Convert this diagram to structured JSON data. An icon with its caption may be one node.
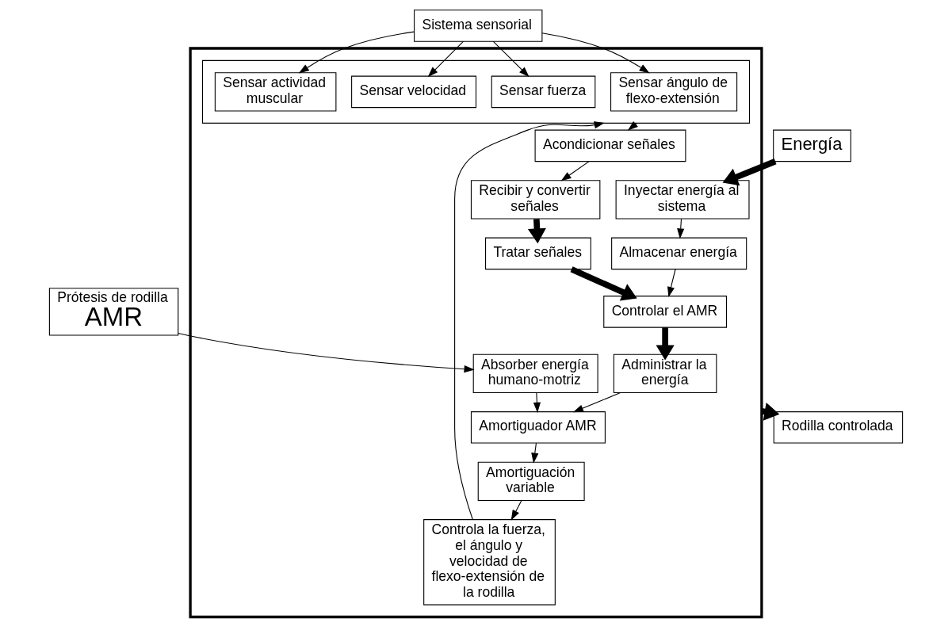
{
  "diagram": {
    "nodes": [
      {
        "text": [
          "Prótesis de rodilla",
          "AMR"
        ]
      },
      {
        "text": [
          "Energía"
        ]
      },
      {
        "text": [],
        "shape": "box"
      },
      {
        "text": [
          "Absorber energía humano-motriz"
        ],
        "in": 2
      },
      {
        "text": [
          "Inyectar energía al sistema"
        ],
        "in": 2
      },
      {
        "text": [
          "Almacenar energía"
        ],
        "in": 2
      },
      {
        "text": [
          "Amortiguador AMR"
        ],
        "in": 2
      },
      {
        "text": [
          "Administrar la energía"
        ],
        "in": 2
      },
      {
        "text": [
          "Controlar el AMR"
        ],
        "in": 2
      },
      {
        "text": [
          "Tratar señales"
        ],
        "in": 2
      },
      {
        "text": [
          "Recibir y convertir señales"
        ],
        "in": 2
      },
      {
        "text": [
          "Acondicionar señales"
        ],
        "in": 2
      },
      {
        "text": [
          "Amortiguación variable"
        ],
        "in": 2
      },
      {
        "text": [
          "Controla la fuerza, el ángulo y velocidad de flexo-extensión de la rodilla"
        ],
        "in": 2
      },
      {
        "text": [],
        "shape": "box",
        "in": 2
      },
      {
        "text": [
          "Sensar ángulo de flexo-extensión"
        ],
        "in": 14
      },
      {
        "text": [
          "Sensar fuerza"
        ],
        "in": 14
      },
      {
        "text": [
          "Sensar velocidad"
        ],
        "in": 14
      },
      {
        "text": [
          "Sensar actividad muscular"
        ],
        "in": 14
      },
      {
        "text": [
          "Sistema sensorial"
        ]
      },
      {
        "text": [
          "Rodilla controlada"
        ]
      }
    ],
    "edges": [
      {
        "from": 0,
        "to": 3,
        "arrow": "to"
      },
      {
        "from": 1,
        "to": 4,
        "arrow": "to",
        "style": "thick"
      },
      {
        "from": 4,
        "to": 5,
        "arrow": "to"
      },
      {
        "from": 3,
        "to": 6,
        "arrow": "to"
      },
      {
        "from": 5,
        "to": 8,
        "arrow": "to"
      },
      {
        "from": 8,
        "to": 7,
        "arrow": "to",
        "style": "thick"
      },
      {
        "from": 7,
        "to": 6,
        "arrow": "to"
      },
      {
        "from": 6,
        "to": 12,
        "arrow": "to"
      },
      {
        "from": 12,
        "to": 13,
        "arrow": "to"
      },
      {
        "from": 9,
        "to": 8,
        "arrow": "to",
        "style": "thick"
      },
      {
        "from": 10,
        "to": 9,
        "arrow": "to",
        "style": "thick"
      },
      {
        "from": 11,
        "to": 10,
        "arrow": "to"
      },
      {
        "from": 14,
        "to": 11,
        "arrow": "to"
      },
      {
        "from": 19,
        "to": 15,
        "arrow": "to"
      },
      {
        "from": 19,
        "to": 16,
        "arrow": "to"
      },
      {
        "from": 19,
        "to": 17,
        "arrow": "to"
      },
      {
        "from": 19,
        "to": 18,
        "arrow": "to"
      },
      {
        "from": 13,
        "to": 14,
        "arrow": "to"
      },
      {
        "from": 2,
        "to": 20,
        "arrow": "to",
        "style": "thick"
      }
    ]
  }
}
